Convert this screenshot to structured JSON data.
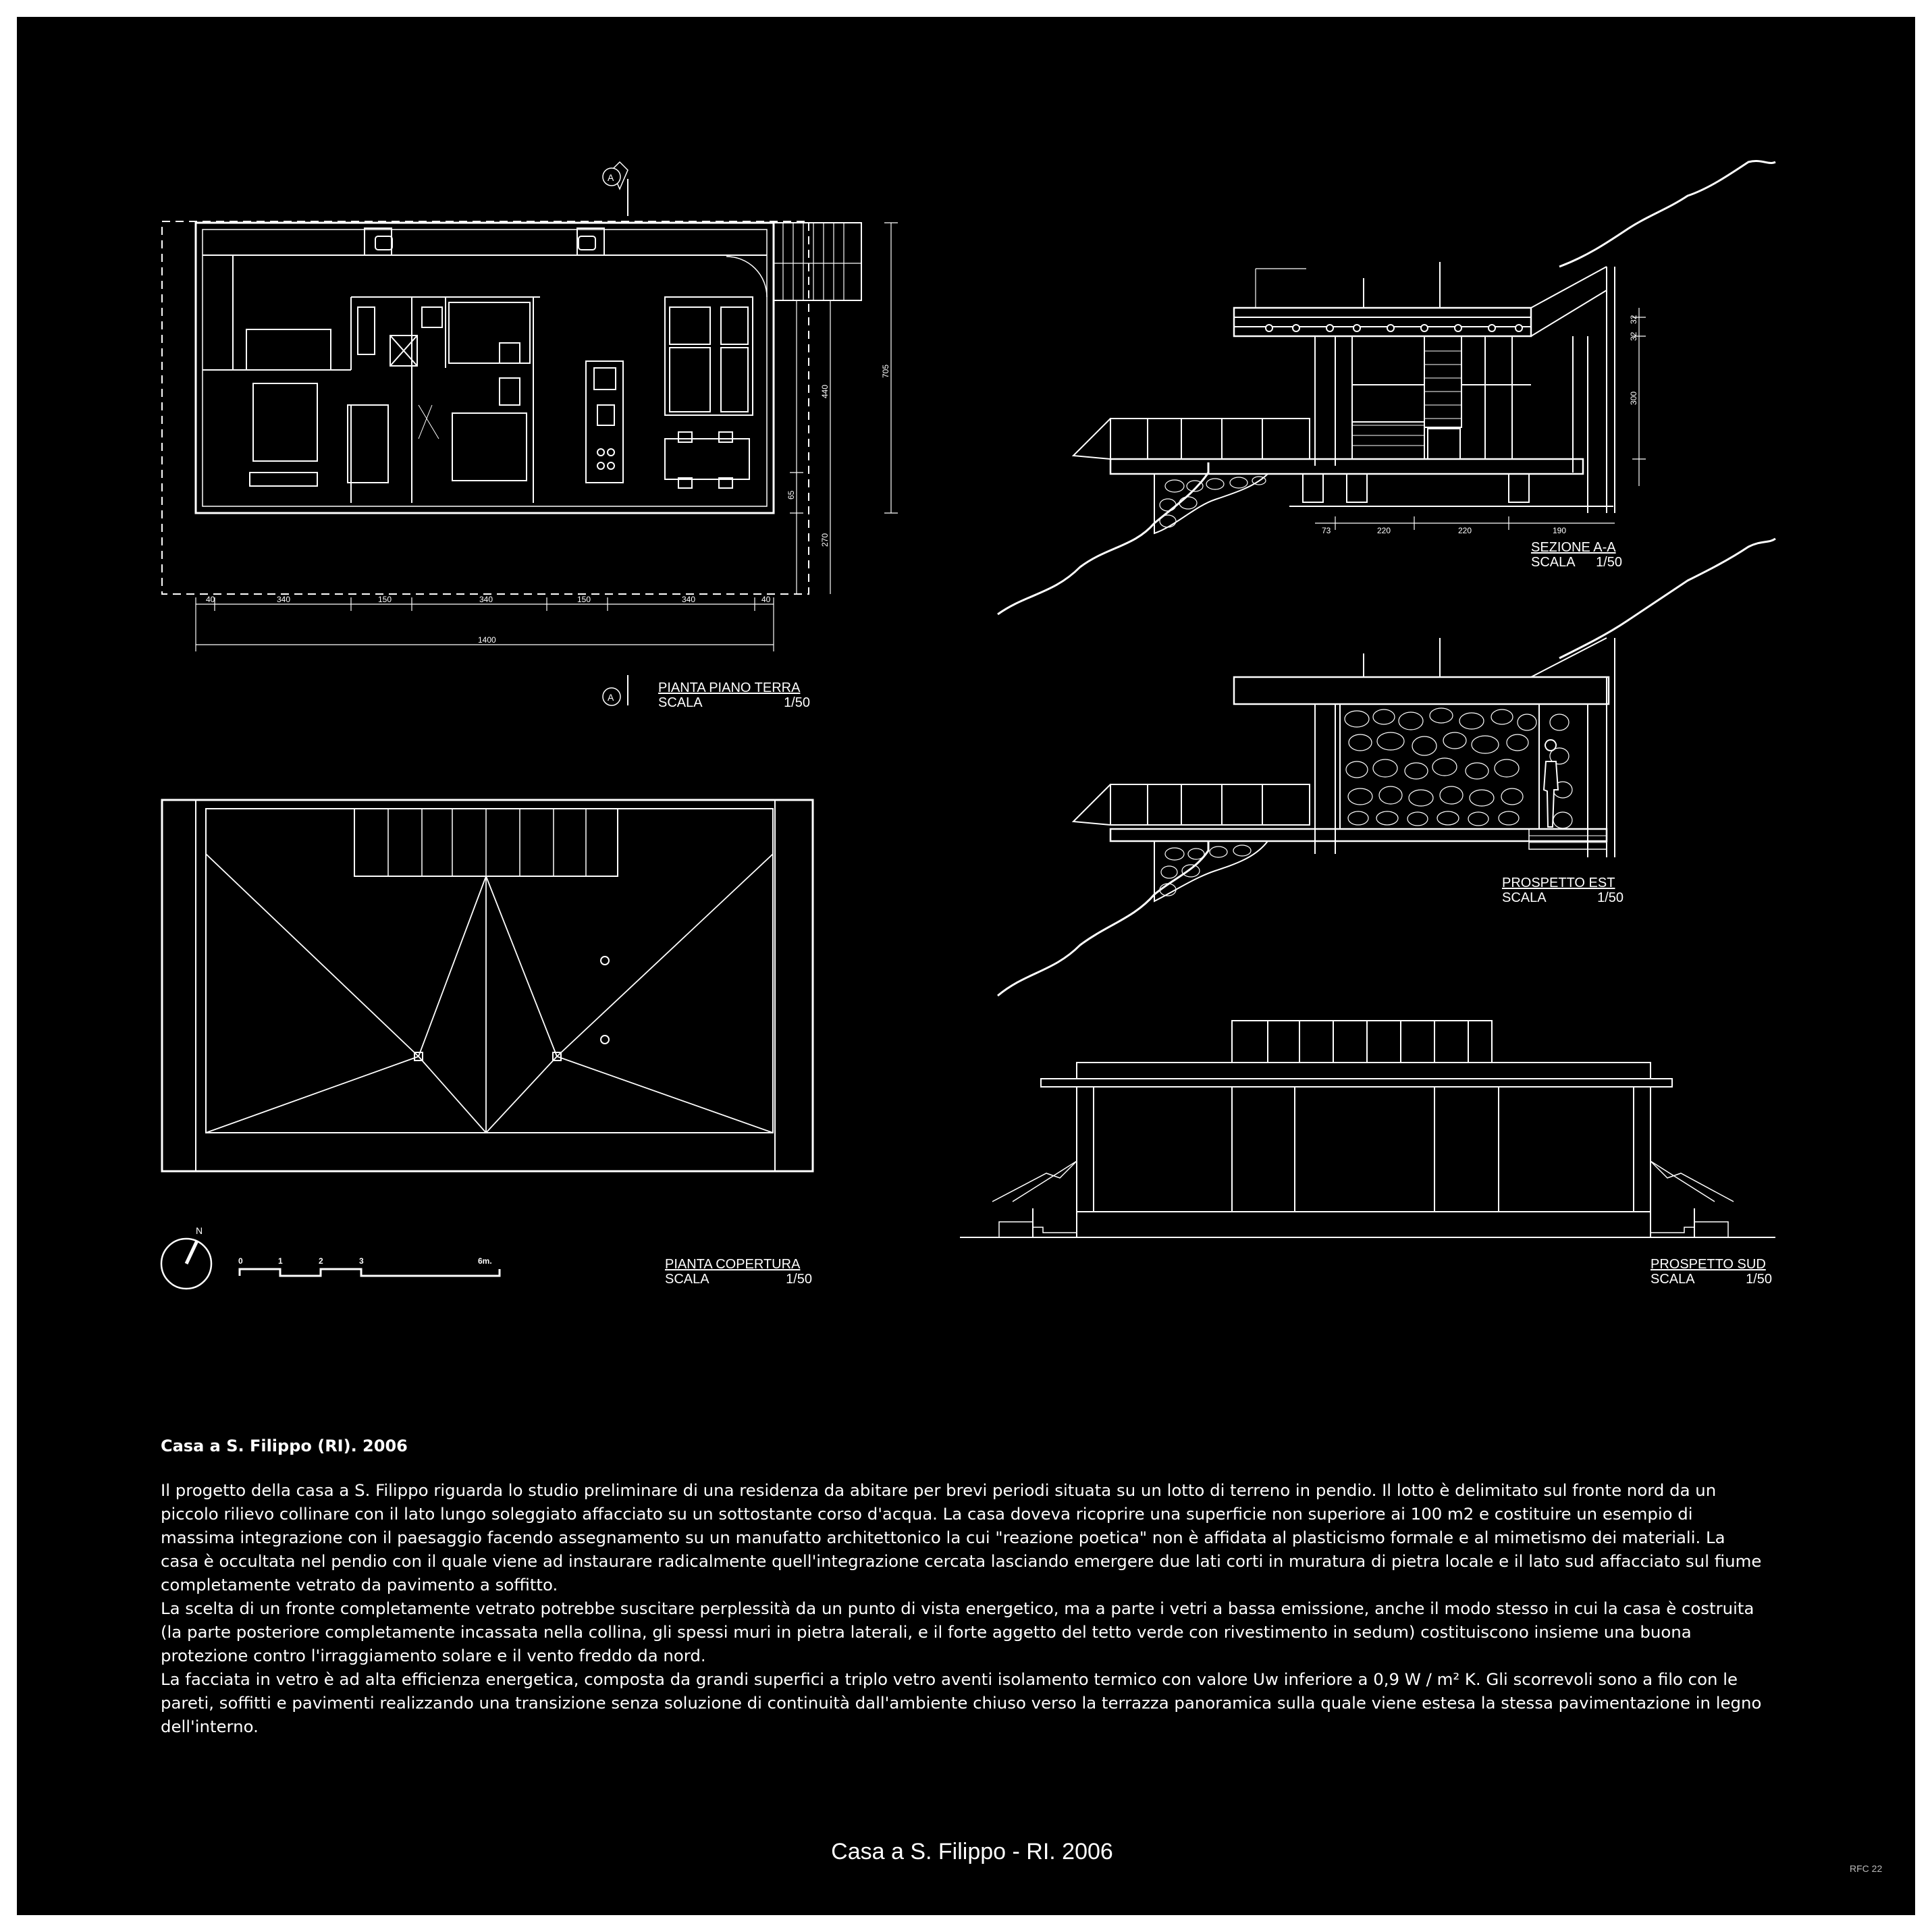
{
  "drawings": {
    "plan": {
      "title": "PIANTA PIANO TERRA",
      "scale_word": "SCALA",
      "scale": "1/50",
      "section_marker": "A"
    },
    "roof": {
      "title": "PIANTA COPERTURA",
      "scale_word": "SCALA",
      "scale": "1/50"
    },
    "section": {
      "title": "SEZIONE A-A",
      "scale_word": "SCALA",
      "scale": "1/50"
    },
    "east": {
      "title": "PROSPETTO EST",
      "scale_word": "SCALA",
      "scale": "1/50"
    },
    "south": {
      "title": "PROSPETTO SUD",
      "scale_word": "SCALA",
      "scale": "1/50"
    }
  },
  "plan_dimensions": {
    "horizontal": [
      "40",
      "340",
      "150",
      "340",
      "150",
      "340",
      "40"
    ],
    "total": "1400",
    "vertical": [
      "440",
      "65",
      "270",
      "705"
    ]
  },
  "section_dimensions": {
    "horizontal": [
      "73",
      "220",
      "220",
      "190"
    ],
    "vertical": [
      "32",
      "32",
      "300"
    ]
  },
  "north_arrow": {
    "label": "N"
  },
  "scale_bar": {
    "labels": [
      "0",
      "1",
      "2",
      "3",
      "6m."
    ]
  },
  "description": {
    "heading": "Casa a S. Filippo (RI). 2006",
    "paragraphs": [
      "Il progetto della casa a S. Filippo riguarda lo studio preliminare di una residenza da abitare per brevi periodi situata su un lotto di terreno in pendio. Il lotto è delimitato sul fronte nord da un piccolo rilievo collinare con il lato lungo soleggiato affacciato su un sottostante corso d'acqua. La casa doveva ricoprire una superficie non superiore ai 100 m2 e costituire un esempio di massima integrazione con il paesaggio facendo assegnamento su un manufatto architettonico la cui \"reazione poetica\" non è affidata al plasticismo formale e al mimetismo dei materiali. La casa è occultata nel pendio con il quale viene ad instaurare radicalmente quell'integrazione cercata lasciando emergere due lati corti in muratura di pietra locale e il lato sud affacciato sul fiume completamente vetrato da pavimento a soffitto.",
      "La scelta di un fronte completamente vetrato potrebbe suscitare perplessità da un punto di vista energetico, ma a parte i vetri a bassa emissione, anche il modo stesso in cui la casa è costruita (la parte posteriore completamente incassata nella collina, gli spessi muri in pietra laterali, e il forte aggetto del tetto verde con rivestimento in sedum) costituiscono insieme una buona protezione contro l'irraggiamento solare e il vento freddo da nord.",
      "La facciata in vetro è ad alta efficienza energetica, composta da grandi superfici a triplo vetro aventi isolamento termico con valore Uw inferiore a 0,9 W / m² K. Gli scorrevoli sono a filo con le pareti, soffitti e pavimenti realizzando una transizione senza soluzione di continuità dall'ambiente chiuso verso la terrazza panoramica sulla quale viene estesa la stessa pavimentazione in legno dell'interno."
    ]
  },
  "footer": {
    "title": "Casa a S. Filippo - RI. 2006",
    "code": "RFC 22"
  }
}
